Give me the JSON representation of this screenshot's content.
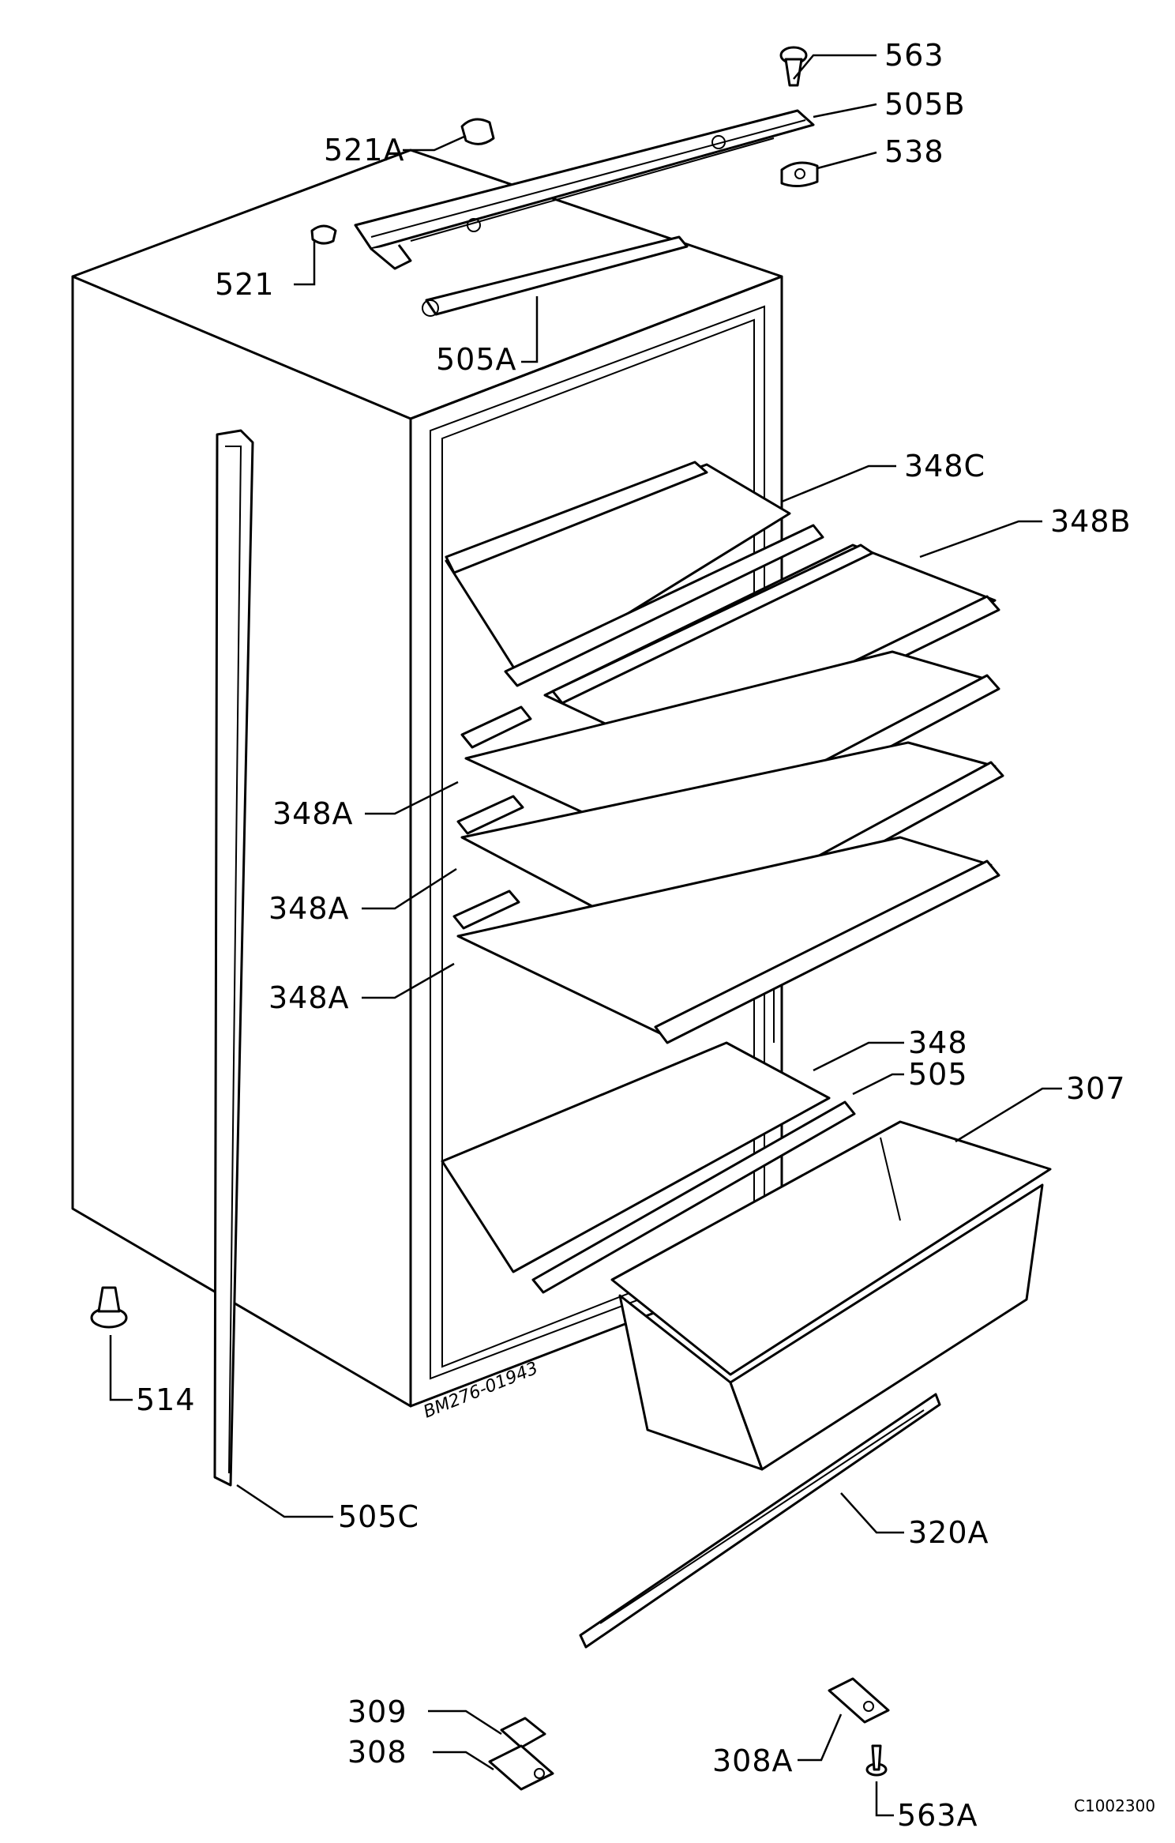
{
  "labels": {
    "p563": "563",
    "p505b": "505B",
    "p521a": "521A",
    "p538": "538",
    "p521": "521",
    "p505a": "505A",
    "p348c": "348C",
    "p348b": "348B",
    "p348a_1": "348A",
    "p348a_2": "348A",
    "p348a_3": "348A",
    "p348": "348",
    "p505": "505",
    "p307": "307",
    "p514": "514",
    "p505c": "505C",
    "p320a": "320A",
    "p309": "309",
    "p308": "308",
    "p308a": "308A",
    "p563a": "563A"
  },
  "drawing_code": "C1002300",
  "stamp": "BM276-01943"
}
